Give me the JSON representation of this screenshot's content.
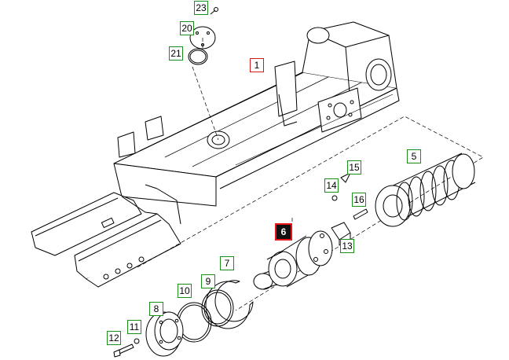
{
  "colors": {
    "callout_border": "#1a8f1a",
    "callout_border_main": "#d11a1a",
    "callout_active_bg": "#e8151b",
    "callout_active_inner": "#111111",
    "line": "#000000"
  },
  "callouts": {
    "c1": "1",
    "c5": "5",
    "c6": "6",
    "c7": "7",
    "c8": "8",
    "c9": "9",
    "c10": "10",
    "c11": "11",
    "c12": "12",
    "c13": "13",
    "c14": "14",
    "c15": "15",
    "c16": "16",
    "c20": "20",
    "c21": "21",
    "c23": "23"
  }
}
